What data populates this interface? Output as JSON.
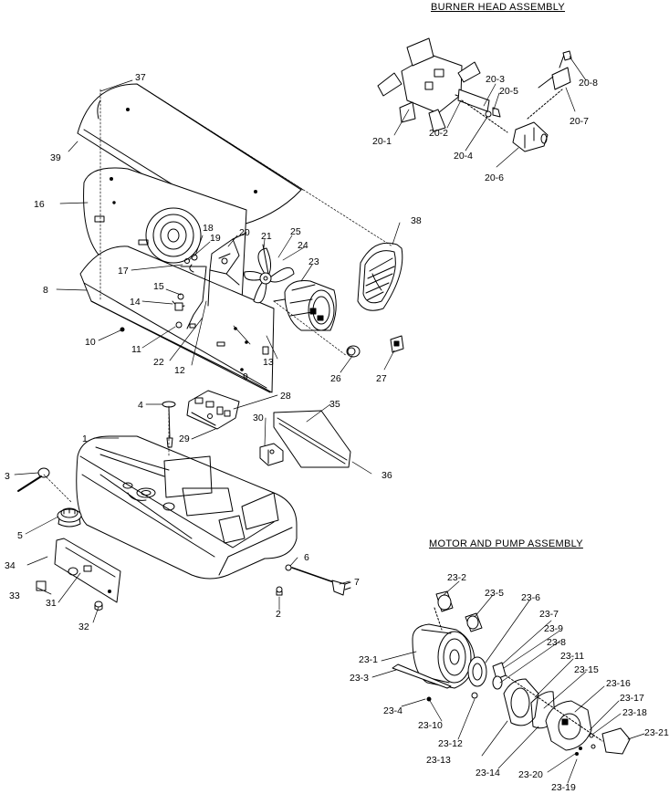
{
  "titles": {
    "burner_head": "BURNER HEAD ASSEMBLY",
    "motor_pump": "MOTOR AND PUMP ASSEMBLY"
  },
  "callouts": {
    "p1": "1",
    "p2": "2",
    "p3": "3",
    "p4": "4",
    "p5": "5",
    "p6": "6",
    "p7": "7",
    "p8": "8",
    "p9": "9",
    "p10": "10",
    "p11": "11",
    "p12": "12",
    "p13": "13",
    "p14": "14",
    "p15": "15",
    "p16": "16",
    "p17": "17",
    "p18": "18",
    "p19": "19",
    "p20": "20",
    "p21": "21",
    "p22": "22",
    "p23": "23",
    "p24": "24",
    "p25": "25",
    "p26": "26",
    "p27": "27",
    "p28": "28",
    "p29": "29",
    "p30": "30",
    "p31": "31",
    "p32": "32",
    "p33": "33",
    "p34": "34",
    "p35": "35",
    "p36": "36",
    "p37": "37",
    "p38": "38",
    "p39": "39",
    "p20_1": "20-1",
    "p20_2": "20-2",
    "p20_3": "20-3",
    "p20_4": "20-4",
    "p20_5": "20-5",
    "p20_6": "20-6",
    "p20_7": "20-7",
    "p20_8": "20-8",
    "p23_1": "23-1",
    "p23_2": "23-2",
    "p23_3": "23-3",
    "p23_4": "23-4",
    "p23_5": "23-5",
    "p23_6": "23-6",
    "p23_7": "23-7",
    "p23_8": "23-8",
    "p23_9": "23-9",
    "p23_10": "23-10",
    "p23_11": "23-11",
    "p23_12": "23-12",
    "p23_13": "23-13",
    "p23_14": "23-14",
    "p23_15": "23-15",
    "p23_16": "23-16",
    "p23_17": "23-17",
    "p23_18": "23-18",
    "p23_19": "23-19",
    "p23_20": "23-20",
    "p23_21": "23-21"
  }
}
